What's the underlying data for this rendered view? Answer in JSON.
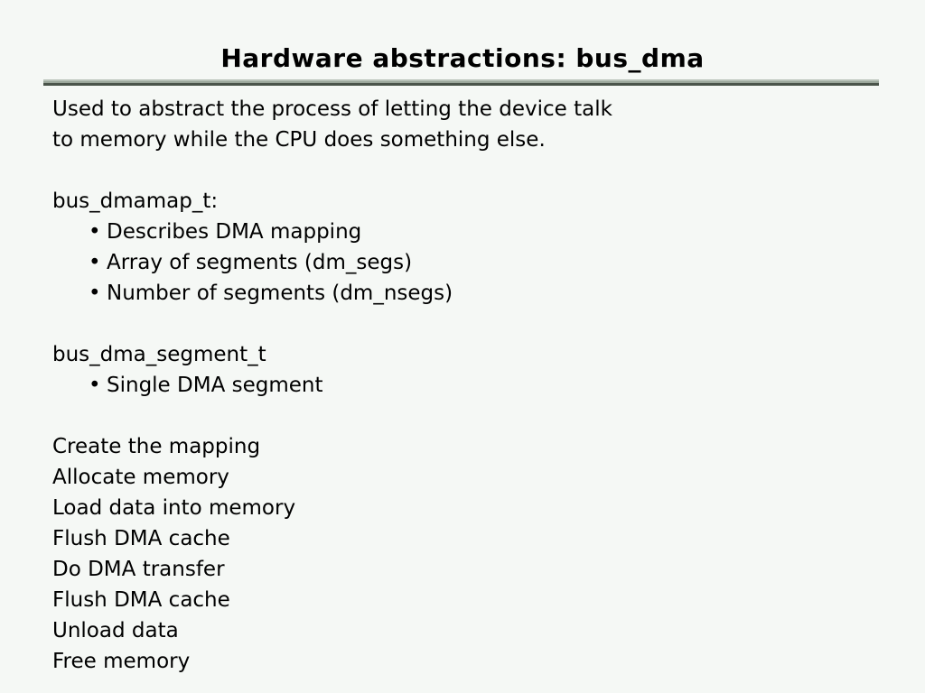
{
  "slide": {
    "title": "Hardware abstractions: bus_dma",
    "background_color": "#f5f8f5",
    "text_color": "#000000",
    "rule_color": "#9aa69a",
    "intro": [
      "Used to abstract the process of letting the device talk",
      "to memory while the CPU does something else."
    ],
    "sections": [
      {
        "heading": "bus_dmamap_t:",
        "bullet_glyph": "•",
        "bullets": [
          "Describes DMA mapping",
          "Array of segments (dm_segs)",
          "Number of segments (dm_nsegs)"
        ]
      },
      {
        "heading": "bus_dma_segment_t",
        "bullet_glyph": "•",
        "bullets": [
          "Single DMA segment"
        ]
      }
    ],
    "steps": [
      "Create the mapping",
      "Allocate memory",
      "Load data into memory",
      "Flush DMA cache",
      "Do DMA transfer",
      "Flush DMA cache",
      "Unload data",
      "Free memory"
    ]
  }
}
